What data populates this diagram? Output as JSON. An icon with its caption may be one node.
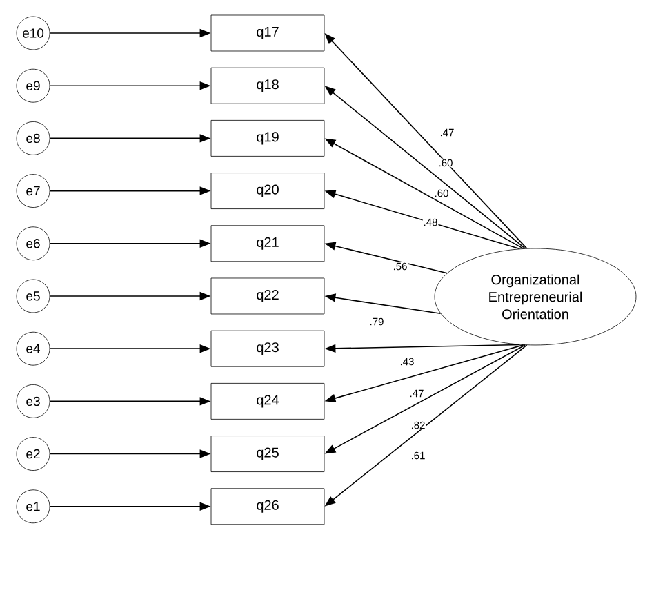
{
  "diagram": {
    "nodes": [
      {
        "text": [
          "e10"
        ]
      },
      {
        "text": [
          "e9"
        ]
      },
      {
        "text": [
          "e8"
        ]
      },
      {
        "text": [
          "e7"
        ]
      },
      {
        "text": [
          "e6"
        ]
      },
      {
        "text": [
          "e5"
        ]
      },
      {
        "text": [
          "e4"
        ]
      },
      {
        "text": [
          "e3"
        ]
      },
      {
        "text": [
          "e2"
        ]
      },
      {
        "text": [
          "e1"
        ]
      },
      {
        "text": [
          "q17"
        ]
      },
      {
        "text": [
          "q18"
        ]
      },
      {
        "text": [
          "q19"
        ]
      },
      {
        "text": [
          "q20"
        ]
      },
      {
        "text": [
          "q21"
        ]
      },
      {
        "text": [
          "q22"
        ]
      },
      {
        "text": [
          "q23"
        ]
      },
      {
        "text": [
          "q24"
        ]
      },
      {
        "text": [
          "q25"
        ]
      },
      {
        "text": [
          "q26"
        ]
      },
      {
        "text": [
          "Organizational Entrepreneurial Orientation"
        ]
      }
    ],
    "edges": [
      {
        "from": 0,
        "to": 10,
        "arrow": "to"
      },
      {
        "from": 1,
        "to": 11,
        "arrow": "to"
      },
      {
        "from": 2,
        "to": 12,
        "arrow": "to"
      },
      {
        "from": 3,
        "to": 13,
        "arrow": "to"
      },
      {
        "from": 4,
        "to": 14,
        "arrow": "to"
      },
      {
        "from": 5,
        "to": 15,
        "arrow": "to"
      },
      {
        "from": 6,
        "to": 16,
        "arrow": "to"
      },
      {
        "from": 7,
        "to": 17,
        "arrow": "to"
      },
      {
        "from": 8,
        "to": 18,
        "arrow": "to"
      },
      {
        "from": 9,
        "to": 19,
        "arrow": "to"
      },
      {
        "from": 20,
        "to": 10,
        "arrow": "to",
        "label": ".47"
      },
      {
        "from": 20,
        "to": 11,
        "arrow": "to",
        "label": ".60"
      },
      {
        "from": 20,
        "to": 12,
        "arrow": "to",
        "label": ".60"
      },
      {
        "from": 20,
        "to": 13,
        "arrow": "to",
        "label": ".48"
      },
      {
        "from": 20,
        "to": 14,
        "arrow": "to",
        "label": ".56"
      },
      {
        "from": 20,
        "to": 15,
        "arrow": "to",
        "label": ".79"
      },
      {
        "from": 20,
        "to": 16,
        "arrow": "to",
        "label": ".43"
      },
      {
        "from": 20,
        "to": 17,
        "arrow": "to",
        "label": ".47"
      },
      {
        "from": 20,
        "to": 18,
        "arrow": "to",
        "label": ".82"
      },
      {
        "from": 20,
        "to": 19,
        "arrow": "to",
        "label": ".61"
      }
    ]
  }
}
